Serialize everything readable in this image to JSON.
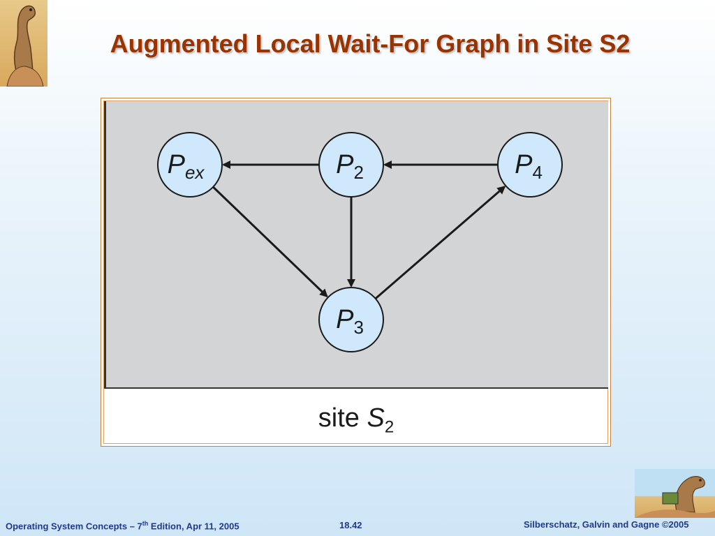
{
  "title": "Augmented Local Wait-For Graph in Site S2",
  "graph": {
    "nodes": [
      {
        "id": "pex",
        "label_main": "P",
        "label_sub": "ex"
      },
      {
        "id": "p2",
        "label_main": "P",
        "label_sub": "2"
      },
      {
        "id": "p4",
        "label_main": "P",
        "label_sub": "4"
      },
      {
        "id": "p3",
        "label_main": "P",
        "label_sub": "3"
      }
    ],
    "edges": [
      {
        "from": "p2",
        "to": "pex"
      },
      {
        "from": "p4",
        "to": "p2"
      },
      {
        "from": "p2",
        "to": "p3"
      },
      {
        "from": "pex",
        "to": "p3"
      },
      {
        "from": "p3",
        "to": "p4"
      }
    ]
  },
  "caption": {
    "word": "site",
    "symbol": "S",
    "sub": "2"
  },
  "footer": {
    "left_pre": "Operating System Concepts – 7",
    "left_sup": "th",
    "left_post": " Edition, Apr 11, 2005",
    "center": "18.42",
    "right": "Silberschatz, Galvin and Gagne ©2005"
  },
  "colors": {
    "title": "#993300",
    "node_fill": "#cfe8fb",
    "footer": "#1f3a8a"
  }
}
